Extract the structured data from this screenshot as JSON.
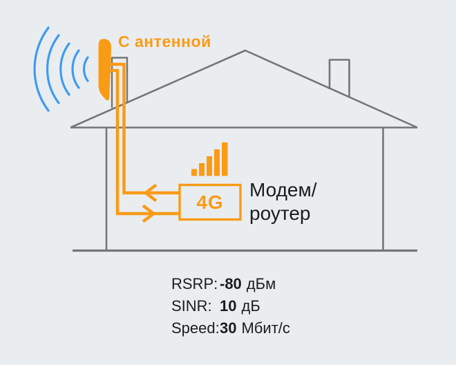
{
  "scene": {
    "antenna_label": "С антенной",
    "modem_box_label": "4G",
    "modem_label_line1": "Модем/",
    "modem_label_line2": "роутер"
  },
  "stats": {
    "rows": [
      {
        "label": "RSRP:",
        "value": "-80",
        "unit": "дБм"
      },
      {
        "label": "SINR:",
        "value": "10",
        "unit": "дБ"
      },
      {
        "label": "Speed:",
        "value": "30",
        "unit": "Мбит/с"
      }
    ]
  },
  "colors": {
    "accent_orange": "#FA9B16",
    "signal_blue": "#3E9BF4",
    "outline_gray": "#757575",
    "text_dark": "#1C1C1C",
    "background": "#E9EDF0"
  }
}
